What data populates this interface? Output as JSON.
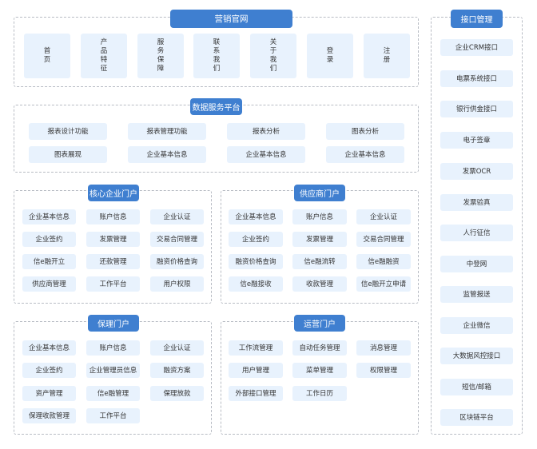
{
  "marketing": {
    "title": "营销官网",
    "items": [
      "首页",
      "产品特征",
      "服务保障",
      "联系我们",
      "关于我们",
      "登录",
      "注册"
    ]
  },
  "data_platform": {
    "title": "数据服务平台",
    "items": [
      "报表设计功能",
      "报表管理功能",
      "报表分析",
      "图表分析",
      "图表展现",
      "企业基本信息",
      "企业基本信息",
      "企业基本信息"
    ]
  },
  "core_portal": {
    "title": "核心企业门户",
    "items": [
      "企业基本信息",
      "账户信息",
      "企业认证",
      "企业签约",
      "发票管理",
      "交易合同管理",
      "信e融开立",
      "还款管理",
      "融资价格查询",
      "供应商管理",
      "工作平台",
      "用户权限"
    ]
  },
  "supplier_portal": {
    "title": "供应商门户",
    "items": [
      "企业基本信息",
      "账户信息",
      "企业认证",
      "企业签约",
      "发票管理",
      "交易合同管理",
      "融资价格查询",
      "信e融流转",
      "信e融融资",
      "信e融接收",
      "收款管理",
      "信e融开立申请"
    ]
  },
  "factoring_portal": {
    "title": "保理门户",
    "items": [
      "企业基本信息",
      "账户信息",
      "企业认证",
      "企业签约",
      "企业管理员信息",
      "融资方案",
      "资产管理",
      "信e融管理",
      "保理放款",
      "保理收款管理",
      "工作平台"
    ]
  },
  "ops_portal": {
    "title": "运营门户",
    "items": [
      "工作流管理",
      "自动任务管理",
      "消息管理",
      "用户管理",
      "菜单管理",
      "权限管理",
      "外部接口管理",
      "工作日历"
    ]
  },
  "interface_mgmt": {
    "title": "接口管理",
    "items": [
      "企业CRM接口",
      "电票系统接口",
      "银行供金接口",
      "电子签章",
      "发票OCR",
      "发票验真",
      "人行征信",
      "中登网",
      "监管报送",
      "企业微信",
      "大数据风控接口",
      "短信/邮箱",
      "区块链平台"
    ]
  }
}
